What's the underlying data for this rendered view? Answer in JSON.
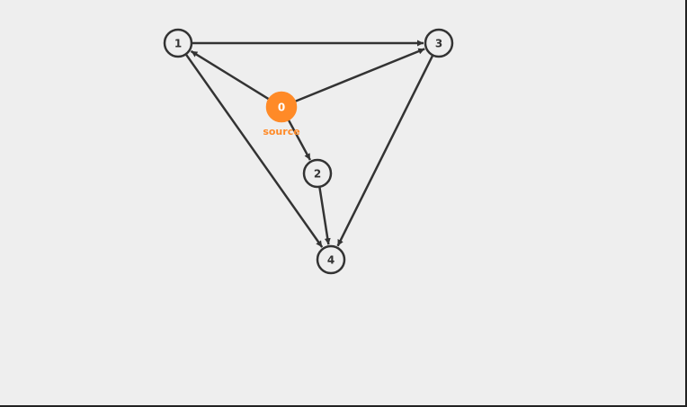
{
  "graph": {
    "nodes": [
      {
        "id": "0",
        "label": "0",
        "role": "source",
        "caption": "source"
      },
      {
        "id": "1",
        "label": "1"
      },
      {
        "id": "2",
        "label": "2"
      },
      {
        "id": "3",
        "label": "3"
      },
      {
        "id": "4",
        "label": "4"
      }
    ],
    "edges": [
      {
        "from": "0",
        "to": "1"
      },
      {
        "from": "0",
        "to": "3"
      },
      {
        "from": "0",
        "to": "2"
      },
      {
        "from": "1",
        "to": "3"
      },
      {
        "from": "1",
        "to": "4"
      },
      {
        "from": "2",
        "to": "4"
      },
      {
        "from": "3",
        "to": "4"
      }
    ],
    "colors": {
      "source_fill": "#ff8a27",
      "node_stroke": "#333333",
      "background": "#eeeeee"
    }
  }
}
